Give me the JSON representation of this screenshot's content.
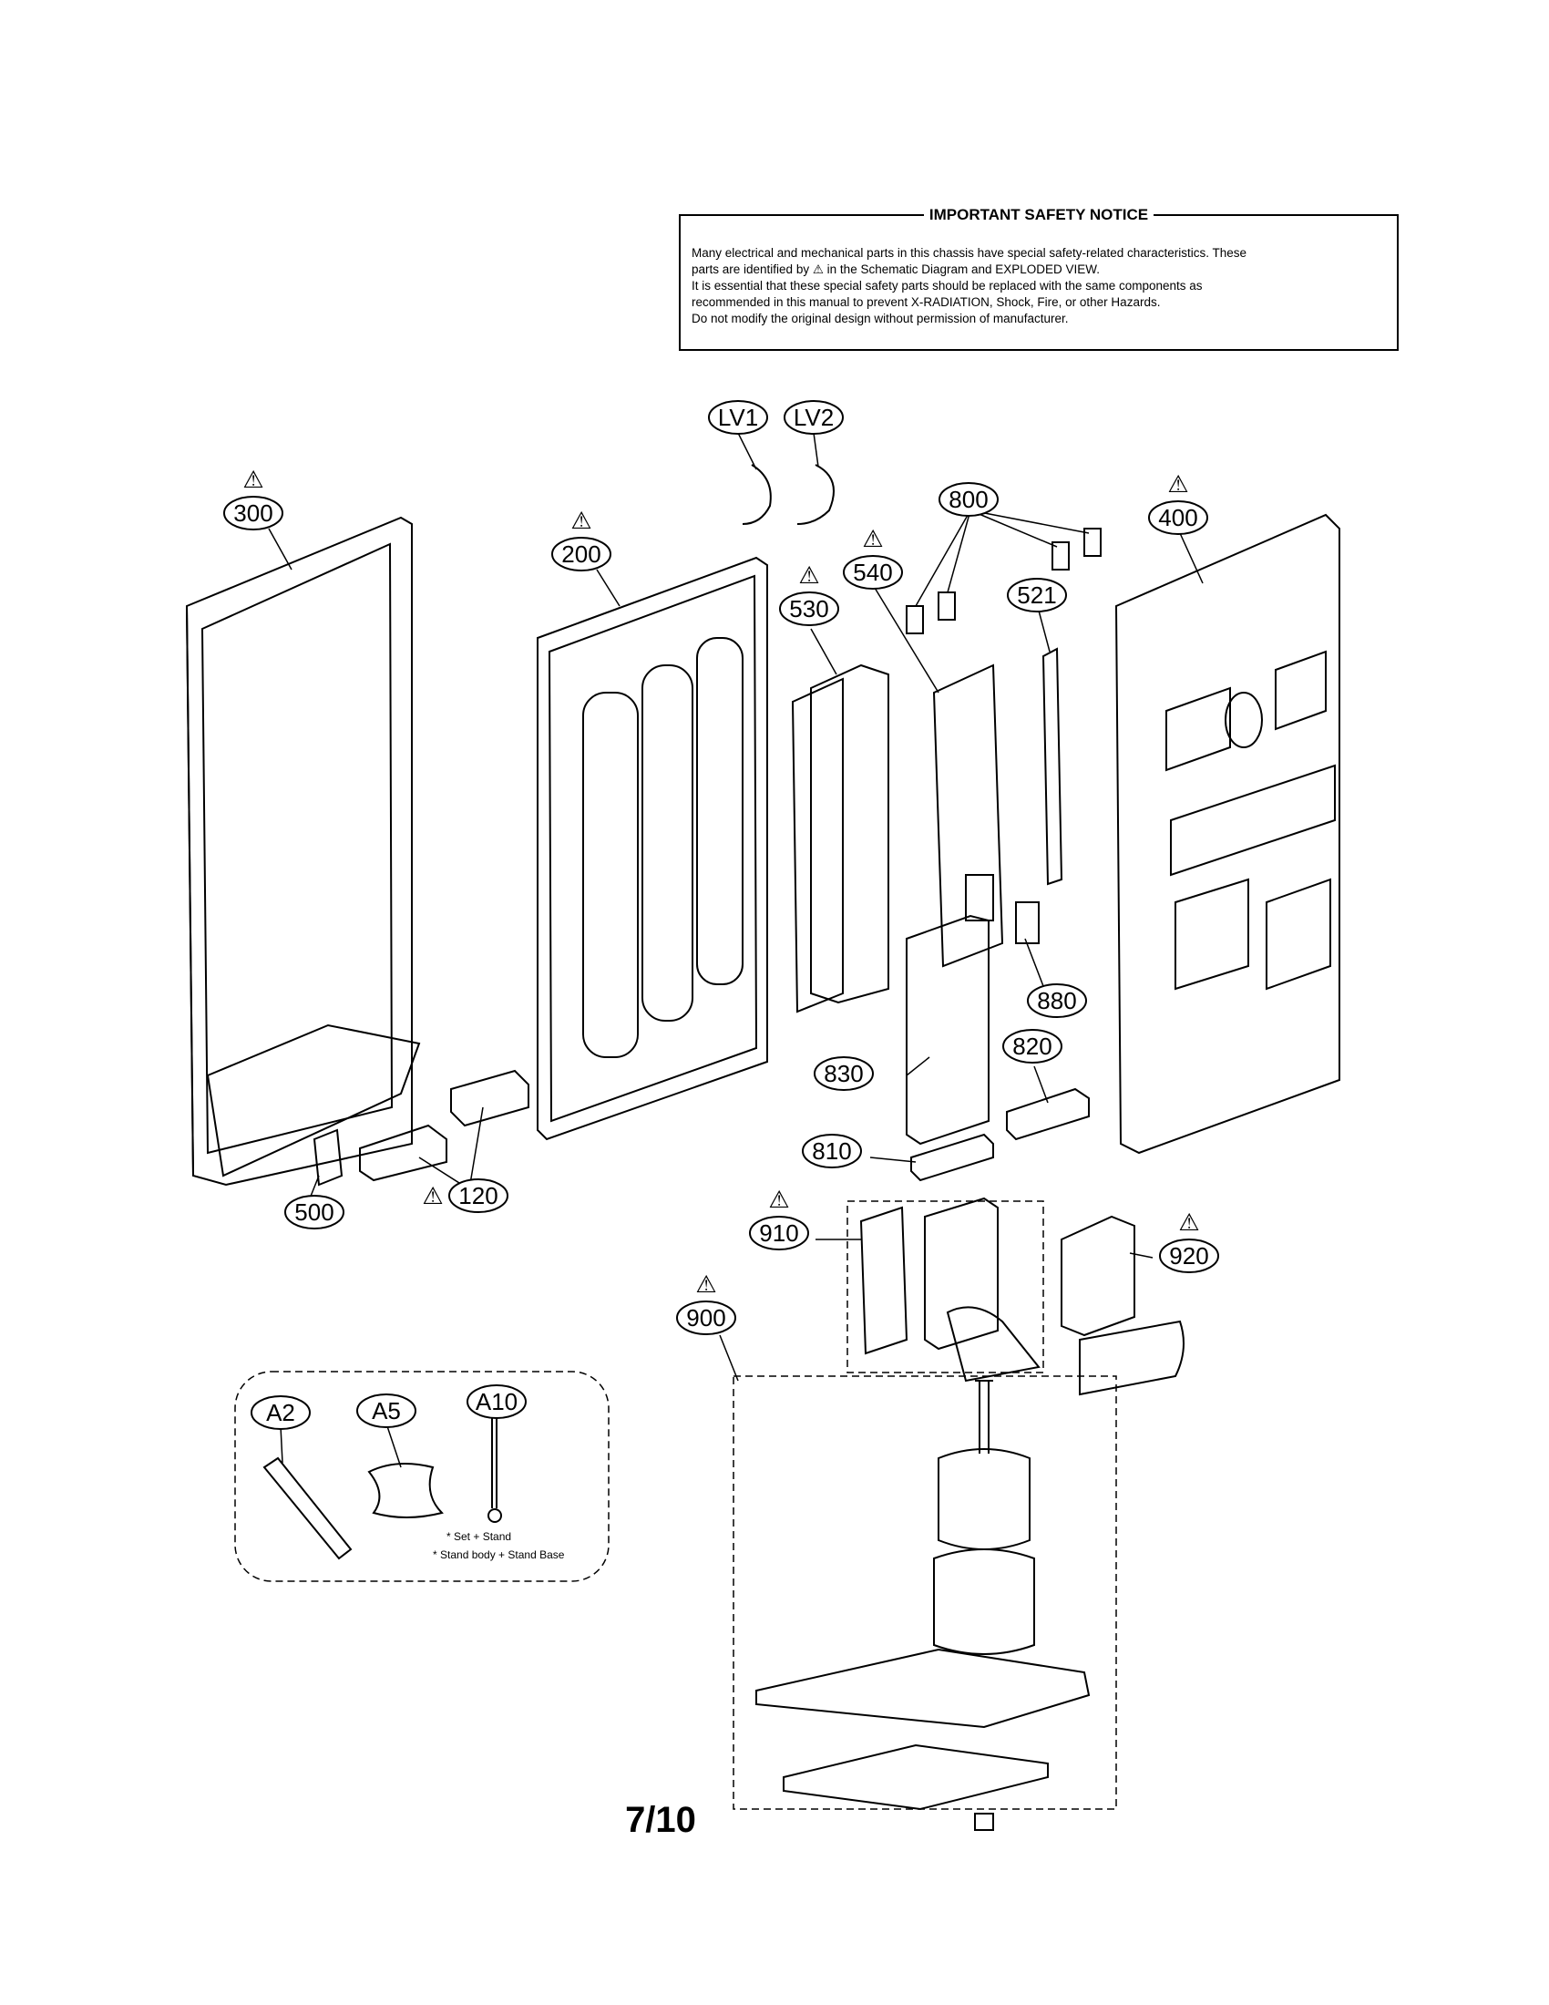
{
  "notice": {
    "title": "IMPORTANT SAFETY NOTICE",
    "lines": [
      "Many electrical and mechanical parts in this chassis have special safety-related characteristics. These",
      "parts are identified by ⚠ in the Schematic Diagram and EXPLODED VIEW.",
      "It is essential that these special safety parts should be replaced with the same components as",
      "recommended in this manual to prevent X-RADIATION, Shock, Fire, or other Hazards.",
      "Do not modify the original design without permission of manufacturer."
    ]
  },
  "callouts": [
    {
      "id": "LV1",
      "label": "LV1",
      "safety": false
    },
    {
      "id": "LV2",
      "label": "LV2",
      "safety": false
    },
    {
      "id": "300",
      "label": "300",
      "safety": true
    },
    {
      "id": "200",
      "label": "200",
      "safety": true
    },
    {
      "id": "540",
      "label": "540",
      "safety": true
    },
    {
      "id": "530",
      "label": "530",
      "safety": true
    },
    {
      "id": "800",
      "label": "800",
      "safety": false
    },
    {
      "id": "521",
      "label": "521",
      "safety": false
    },
    {
      "id": "400",
      "label": "400",
      "safety": true
    },
    {
      "id": "880",
      "label": "880",
      "safety": false
    },
    {
      "id": "820",
      "label": "820",
      "safety": false
    },
    {
      "id": "830",
      "label": "830",
      "safety": false
    },
    {
      "id": "810",
      "label": "810",
      "safety": false
    },
    {
      "id": "500",
      "label": "500",
      "safety": false
    },
    {
      "id": "120",
      "label": "120",
      "safety": true
    },
    {
      "id": "910",
      "label": "910",
      "safety": true
    },
    {
      "id": "920",
      "label": "920",
      "safety": true
    },
    {
      "id": "900",
      "label": "900",
      "safety": true
    },
    {
      "id": "A2",
      "label": "A2",
      "safety": false
    },
    {
      "id": "A5",
      "label": "A5",
      "safety": false
    },
    {
      "id": "A10",
      "label": "A10",
      "safety": false
    }
  ],
  "accessory_notes": [
    "* Set + Stand",
    "* Stand body + Stand Base"
  ],
  "safety_symbol": "⚠",
  "page_number": "7/10"
}
